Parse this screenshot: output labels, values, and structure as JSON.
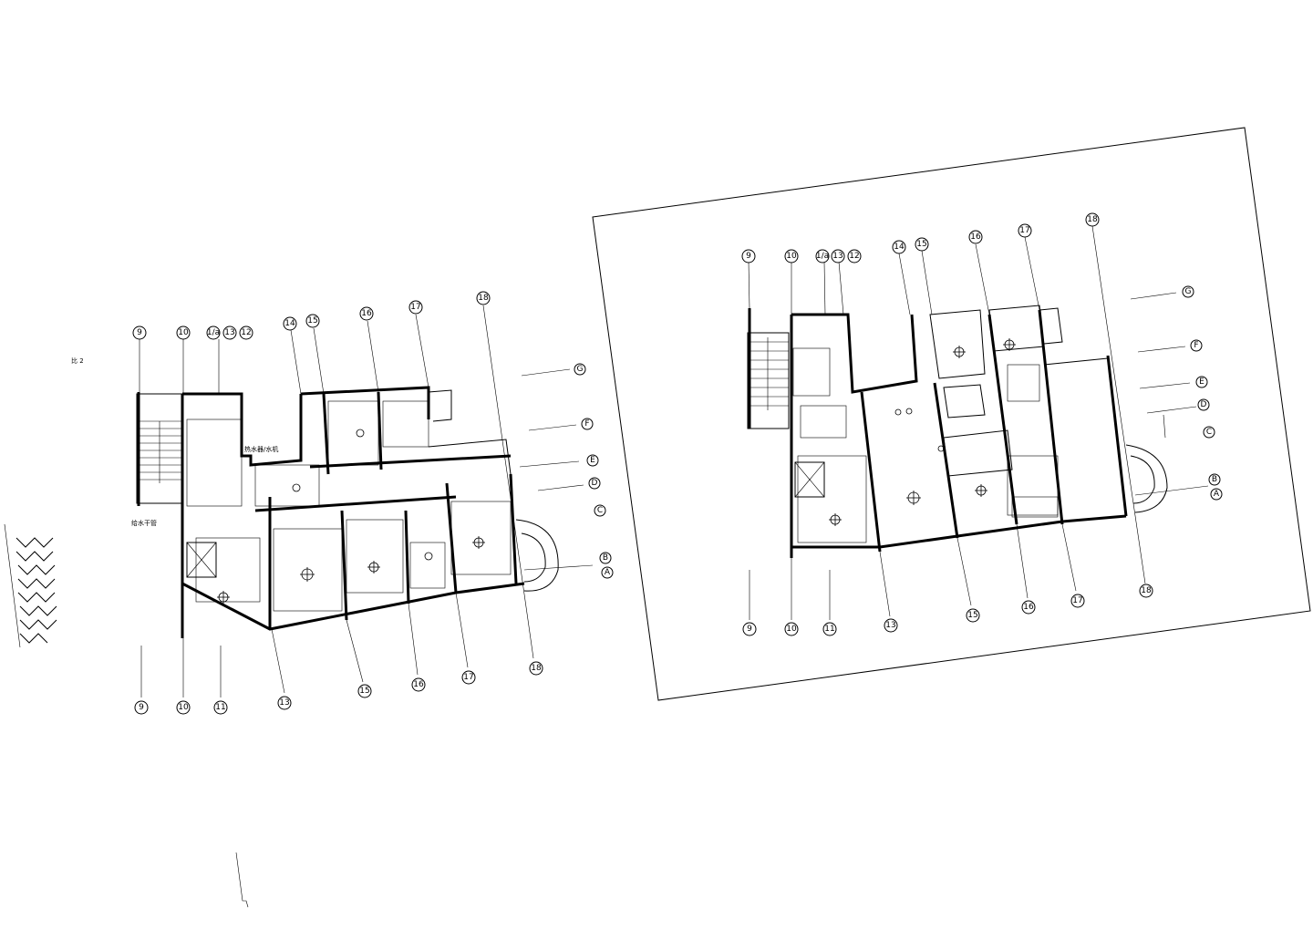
{
  "plan_left": {
    "axes_top": [
      "9",
      "10",
      "1/a",
      "13",
      "12",
      "14",
      "15",
      "16",
      "17",
      "18"
    ],
    "axes_bottom": [
      "9",
      "10",
      "11",
      "13",
      "15",
      "16",
      "17",
      "18"
    ],
    "axes_right": [
      "G",
      "F",
      "E",
      "D",
      "C",
      "B",
      "A"
    ],
    "labels": {
      "scale_note": "比 2",
      "water_pipe_note": "给水干管",
      "equipment_note": "热水器/水机"
    }
  },
  "plan_right": {
    "axes_top": [
      "9",
      "10",
      "1/a",
      "13",
      "12",
      "14",
      "15",
      "16",
      "17",
      "18"
    ],
    "axes_bottom": [
      "9",
      "10",
      "11",
      "13",
      "15",
      "16",
      "17",
      "18"
    ],
    "axes_right": [
      "G",
      "F",
      "E",
      "D",
      "C",
      "B",
      "A"
    ]
  },
  "colors": {
    "line": "#000000",
    "background": "#ffffff"
  }
}
